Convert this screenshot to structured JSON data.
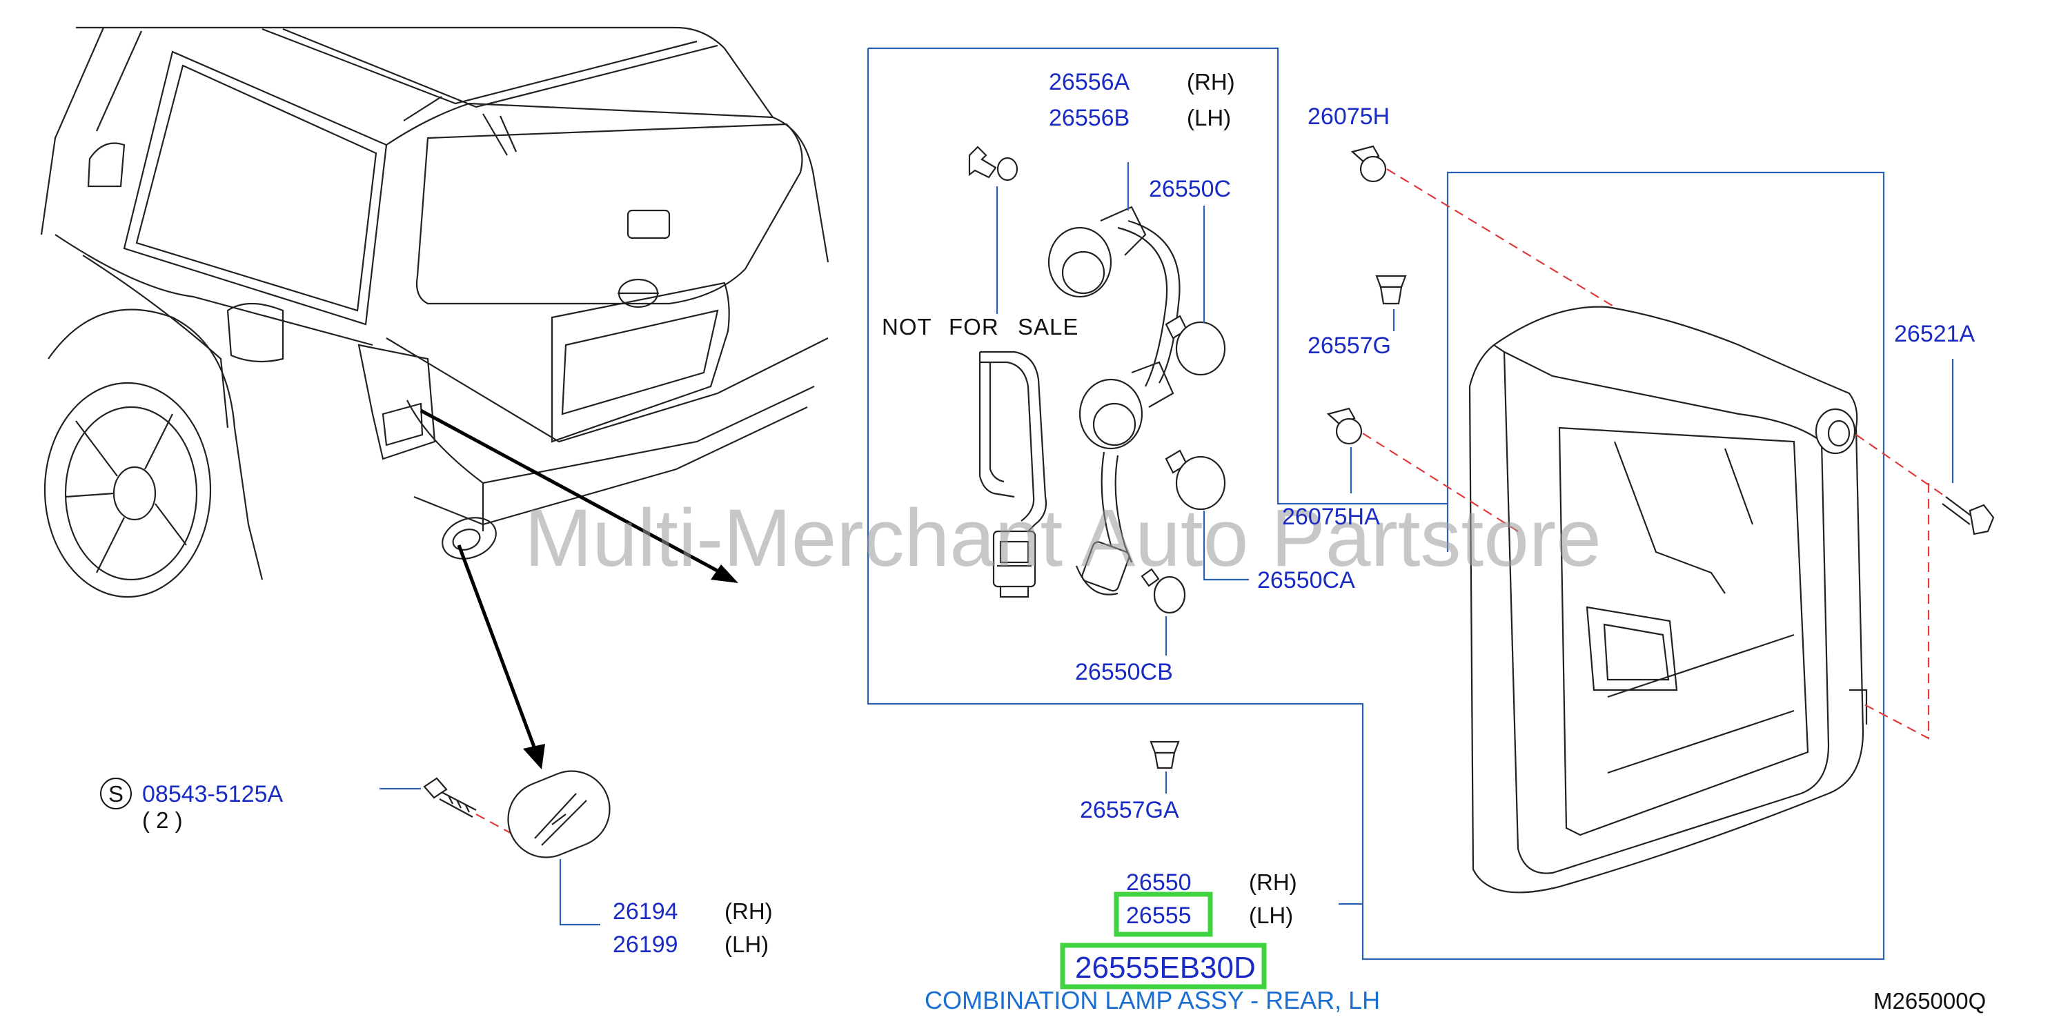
{
  "diagram": {
    "watermark": "Multi-Merchant Auto Partstore",
    "not_for_sale": [
      "NOT",
      "FOR",
      "SALE"
    ],
    "parts": {
      "p26556A": "26556A",
      "p26556B": "26556B",
      "p26550C": "26550C",
      "p26075H": "26075H",
      "p26557G": "26557G",
      "p26521A": "26521A",
      "p26075HA": "26075HA",
      "p26550CA": "26550CA",
      "p26550CB": "26550CB",
      "p26557GA": "26557GA",
      "p26550": "26550",
      "p26555": "26555",
      "p08543": "08543-5125A",
      "p26194": "26194",
      "p26199": "26199"
    },
    "sides": {
      "rh": "(RH)",
      "lh": "(LH)"
    },
    "screw_qty": "( 2   )",
    "screw_symbol": "S",
    "highlight_part_number": "26555EB30D",
    "description": "COMBINATION LAMP ASSY - REAR, LH",
    "diagram_code": "M265000Q",
    "highlight_color": "#3fd43f",
    "part_number_color": "#1a2bc4"
  }
}
